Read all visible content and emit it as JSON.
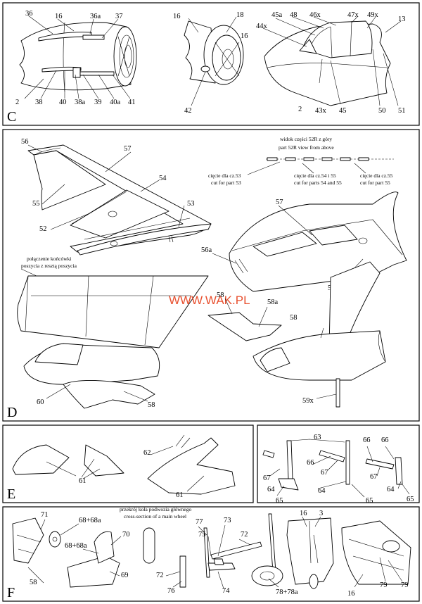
{
  "sections": {
    "c": "C",
    "d": "D",
    "e": "E",
    "f": "F"
  },
  "watermark": "WWW.WAK.PL",
  "parts_c": {
    "p36": "36",
    "p16a": "16",
    "p36a": "36a",
    "p37": "37",
    "p2a": "2",
    "p38": "38",
    "p40": "40",
    "p38a": "38a",
    "p39": "39",
    "p40a": "40a",
    "p41": "41",
    "p16b": "16",
    "p18": "18",
    "p42": "42",
    "p45a": "45a",
    "p48": "48",
    "p46x": "46x",
    "p47x": "47x",
    "p49x": "49x",
    "p13": "13",
    "p44x": "44x",
    "p16c": "16",
    "p2b": "2",
    "p43x": "43x",
    "p45": "45",
    "p50": "50",
    "p51": "51"
  },
  "parts_d": {
    "p56": "56",
    "p57a": "57",
    "p54": "54",
    "p55": "55",
    "p52": "52",
    "p53": "53",
    "p57b": "57",
    "p56a": "56a",
    "p58a": "58",
    "p58b": "58",
    "p58c": "58a",
    "p58d": "58",
    "p60": "60",
    "p58e": "58",
    "p59x": "59x"
  },
  "notes_d": {
    "top_view_pl": "widok części 52R z góry",
    "top_view_en": "part 52R view from above",
    "cut53_pl": "cięcie dla cz.53",
    "cut53_en": "cut for part 53",
    "cut5455_pl": "cięcie dla cz.54 i 55",
    "cut5455_en": "cut for parts 54 and 55",
    "cut55_pl": "cięcie dla cz.55",
    "cut55_en": "cut for part 55",
    "tip_pl1": "połączenie końcówki",
    "tip_pl2": "poszycia z resztą poszycia"
  },
  "parts_e": {
    "p61a": "61",
    "p62": "62",
    "p61b": "61",
    "p63": "63",
    "p66a": "66",
    "p66b": "66",
    "p66c": "66",
    "p67a": "67",
    "p67b": "67",
    "p67c": "67",
    "p64a": "64",
    "p64b": "64",
    "p64c": "64",
    "p65a": "65",
    "p65b": "65",
    "p65c": "65"
  },
  "parts_f": {
    "p71": "71",
    "p68a": "68+68a",
    "p68b": "68+68a",
    "p70": "70",
    "p58": "58",
    "p69": "69",
    "p77": "77",
    "p73": "73",
    "p75": "75",
    "p72a": "72",
    "p72b": "72",
    "p76": "76",
    "p74": "74",
    "p78": "78+78a",
    "p16a": "16",
    "p3": "3",
    "p79a": "79",
    "p79b": "79",
    "p16b": "16"
  },
  "notes_f": {
    "wheel_pl": "przekrój koła podwozia głównego",
    "wheel_en": "cross-section of a main wheel"
  }
}
